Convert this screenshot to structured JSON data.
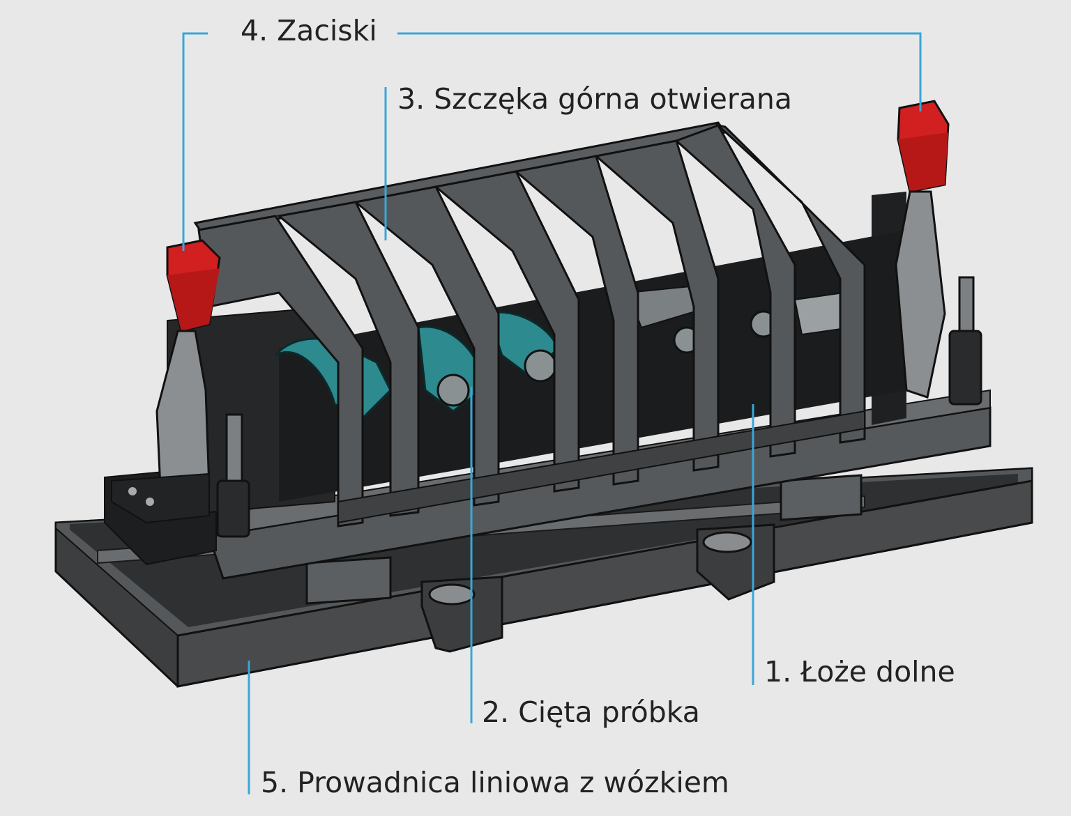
{
  "labels": {
    "bed": "1. Łoże dolne",
    "sample": "2. Cięta próbka",
    "jaw": "3. Szczęka górna otwierana",
    "clamps": "4. Zaciski",
    "rail": "5. Prowadnica liniowa z wózkiem"
  },
  "colors": {
    "background": "#e8e8e8",
    "leader_line": "#3aa6d9",
    "clamp_handle": "#d21f1f",
    "frame": "#4a4c4e",
    "frame_dark": "#2b2c2e",
    "sample": "#2d8a8e"
  }
}
